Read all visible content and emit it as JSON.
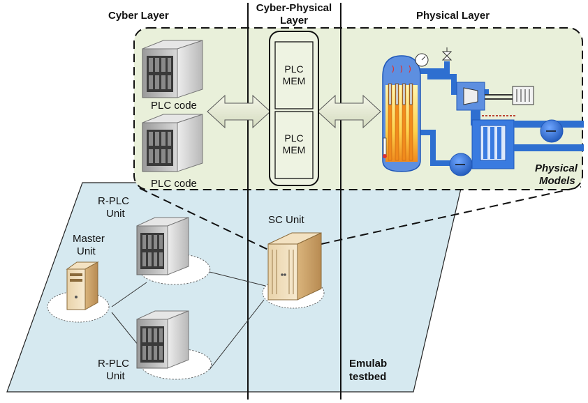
{
  "layers": {
    "cyber": "Cyber Layer",
    "cyber_physical_line1": "Cyber-Physical",
    "cyber_physical_line2": "Layer",
    "physical": "Physical Layer"
  },
  "cyber_layer": {
    "plc_code_1": "PLC code",
    "plc_code_2": "PLC code"
  },
  "cyber_physical": {
    "mem_1_line1": "PLC",
    "mem_1_line2": "MEM",
    "mem_2_line1": "PLC",
    "mem_2_line2": "MEM"
  },
  "physical_layer": {
    "models_line1": "Physical",
    "models_line2": "Models"
  },
  "testbed": {
    "rplc_top_line1": "R-PLC",
    "rplc_top_line2": "Unit",
    "master_line1": "Master",
    "master_line2": "Unit",
    "sc_unit": "SC Unit",
    "rplc_bottom_line1": "R-PLC",
    "rplc_bottom_line2": "Unit",
    "emulab_line1": "Emulab",
    "emulab_line2": "testbed"
  },
  "colors": {
    "top_panel": "#e9f0da",
    "testbed_plane": "#d6e9f0",
    "pipe_blue": "#2e6fd0",
    "server_grey": "#c8c8c8",
    "server_beige": "#e7cda0"
  }
}
